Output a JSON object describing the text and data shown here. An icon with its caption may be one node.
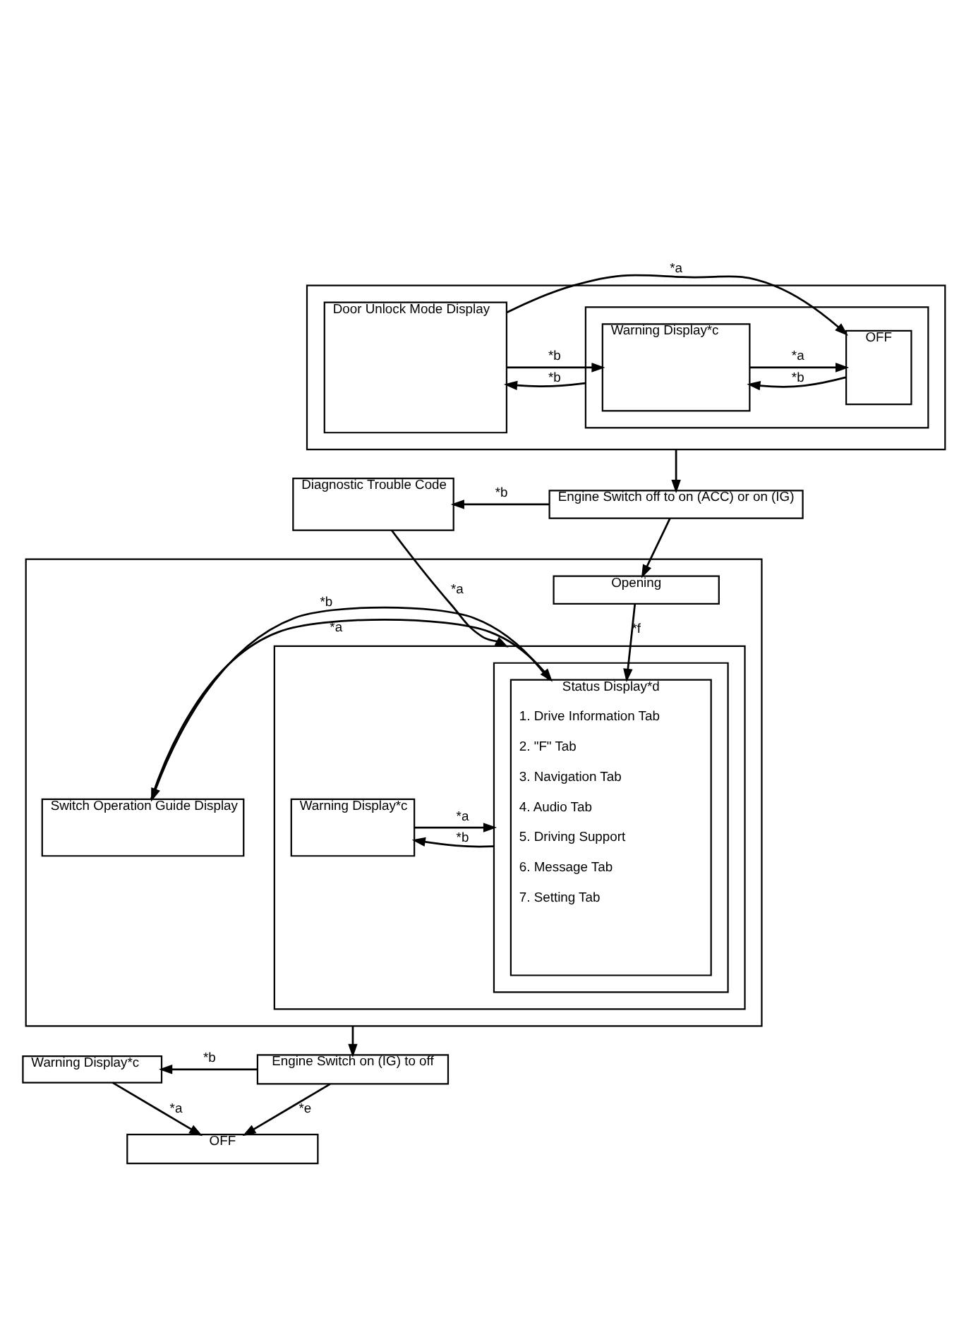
{
  "diagram": {
    "nodes": [
      {
        "text": [],
        "shape": "box"
      },
      {
        "text": [],
        "shape": "box",
        "in": 0
      },
      {
        "text": [
          "Warning Display*c"
        ],
        "in": 1
      },
      {
        "text": [
          "OFF"
        ],
        "in": 1
      },
      {
        "text": [
          "Door Unlock Mode Display"
        ],
        "in": 0
      },
      {
        "text": [
          "Diagnostic Trouble Code"
        ]
      },
      {
        "text": [
          "Engine Switch off to on (ACC) or on (IG)"
        ]
      },
      {
        "text": [],
        "shape": "box"
      },
      {
        "text": [
          "Opening"
        ],
        "in": 7
      },
      {
        "text": [],
        "shape": "box",
        "in": 7
      },
      {
        "text": [],
        "shape": "box",
        "in": 9
      },
      {
        "text": [
          "Status Display*d",
          "1. Drive Information Tab",
          "2. \"F\" Tab",
          "3. Navigation Tab",
          "4. Audio Tab",
          "5. Driving Support",
          "6. Message Tab",
          "7. Setting Tab"
        ],
        "in": 10
      },
      {
        "text": [
          "Switch Operation Guide Display"
        ],
        "in": 7
      },
      {
        "text": [
          "Warning Display*c"
        ],
        "in": 9
      },
      {
        "text": [
          "Warning Display*c"
        ]
      },
      {
        "text": [
          "Engine Switch on (IG) to off"
        ]
      },
      {
        "text": [
          "OFF"
        ]
      }
    ],
    "edges": [
      {
        "from": 4,
        "to": 2,
        "arrow": "to",
        "label": "*b"
      },
      {
        "from": 2,
        "to": 3,
        "arrow": "to",
        "label": "*a"
      },
      {
        "from": 3,
        "to": 2,
        "arrow": "to",
        "label": "*b"
      },
      {
        "from": 4,
        "to": 3,
        "arrow": "to",
        "label": "*a"
      },
      {
        "from": 1,
        "to": 4,
        "arrow": "to",
        "label": "*b"
      },
      {
        "from": 0,
        "to": 6,
        "arrow": "to"
      },
      {
        "from": 6,
        "to": 5,
        "arrow": "to",
        "label": "*b"
      },
      {
        "from": 6,
        "to": 8,
        "arrow": "to"
      },
      {
        "from": 8,
        "to": 11,
        "arrow": "to",
        "label": "*f"
      },
      {
        "from": 5,
        "to": 9,
        "arrow": "to",
        "label": "*a"
      },
      {
        "from": 12,
        "to": 11,
        "arrow": "to",
        "label": "*a"
      },
      {
        "from": 11,
        "to": 12,
        "arrow": "to",
        "label": "*b"
      },
      {
        "from": 13,
        "to": 10,
        "arrow": "to",
        "label": "*a"
      },
      {
        "from": 10,
        "to": 13,
        "arrow": "to",
        "label": "*b"
      },
      {
        "from": 7,
        "to": 15,
        "arrow": "to"
      },
      {
        "from": 15,
        "to": 14,
        "arrow": "to",
        "label": "*b"
      },
      {
        "from": 15,
        "to": 16,
        "arrow": "to",
        "label": "*e"
      },
      {
        "from": 14,
        "to": 16,
        "arrow": "to",
        "label": "*a"
      }
    ]
  }
}
